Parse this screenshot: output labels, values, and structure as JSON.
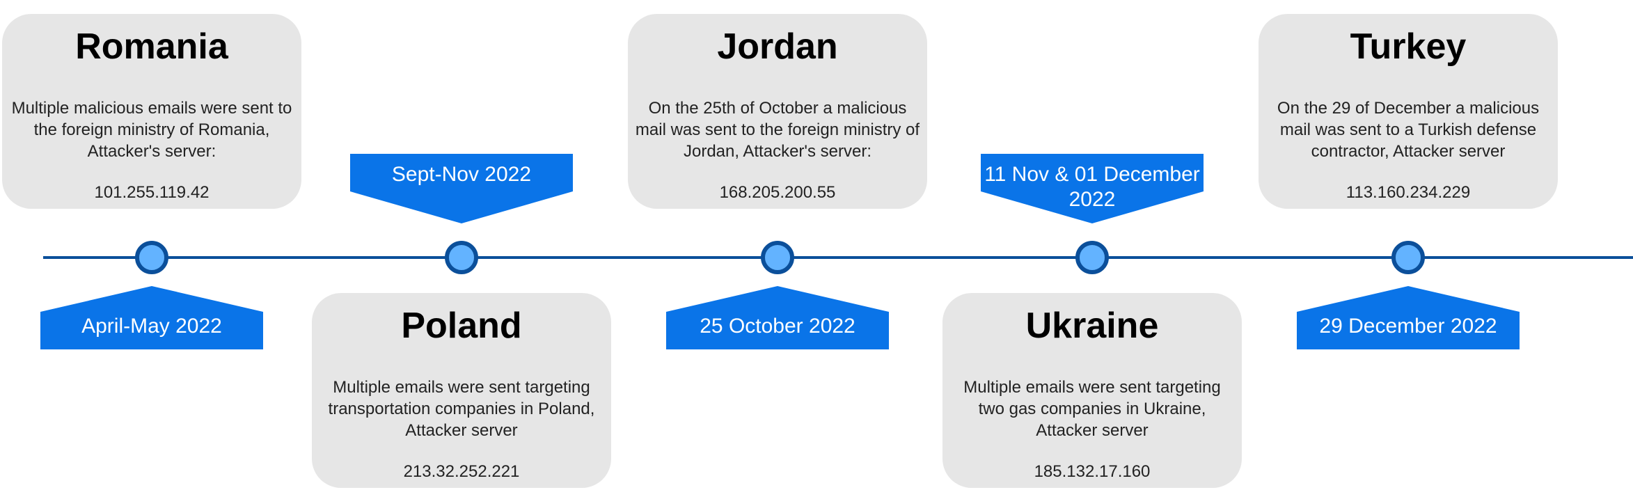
{
  "colors": {
    "line": "#0b4f9a",
    "marker_fill": "#63b3ff",
    "flag": "#0a74e8",
    "card": "#e6e6e6"
  },
  "events": [
    {
      "date": "April-May 2022",
      "title": "Romania",
      "description": "Multiple malicious emails were sent to the foreign ministry of Romania, Attacker's server:",
      "ip": "101.255.119.42"
    },
    {
      "date": "Sept-Nov 2022",
      "title": "Poland",
      "description": "Multiple emails were sent targeting transportation companies in Poland, Attacker server",
      "ip": "213.32.252.221"
    },
    {
      "date": "25 October 2022",
      "title": "Jordan",
      "description": "On the 25th of October a malicious mail was sent to the foreign ministry of Jordan, Attacker's server:",
      "ip": "168.205.200.55"
    },
    {
      "date": "11 Nov & 01 December 2022",
      "title": "Ukraine",
      "description": "Multiple emails were sent targeting two gas companies in Ukraine, Attacker server",
      "ip": "185.132.17.160"
    },
    {
      "date": "29 December 2022",
      "title": "Turkey",
      "description": "On the 29 of December a malicious mail was sent to a Turkish defense contractor, Attacker server",
      "ip": "113.160.234.229"
    }
  ]
}
